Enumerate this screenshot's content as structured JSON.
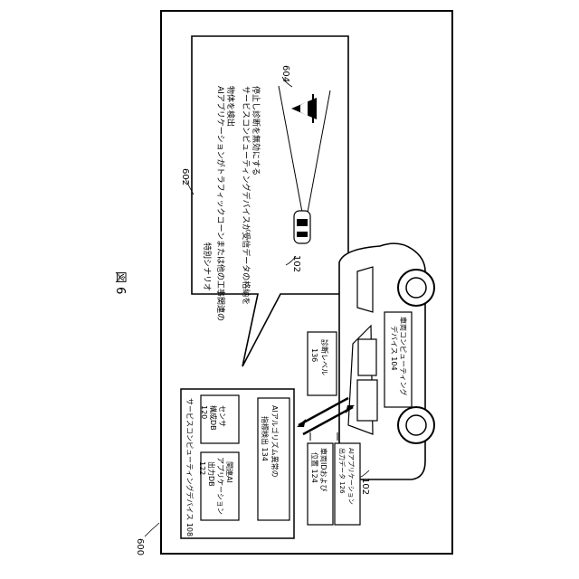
{
  "figure": {
    "title": "図 6",
    "figure_ref": "600",
    "bubble_ref": "602",
    "cone_ref": "604",
    "vehicle_ref": "102",
    "car_ref": "102"
  },
  "server": {
    "title": "サービスコンピューティングデバイス 108",
    "sensor_db": [
      "センサ",
      "構成DB",
      "120"
    ],
    "ai_output_db": [
      "関連AI",
      "アプリケーション",
      "出力DB",
      "122"
    ],
    "anomaly": [
      "AIアルゴリズム異常の",
      "指標検出 134"
    ]
  },
  "vehicle": {
    "diag_level": [
      "診断レベル",
      "136"
    ],
    "vehicle_id": [
      "車両IDおよび",
      "位置 124"
    ],
    "ai_output": [
      "AIアプリケーション",
      "出力データ 126"
    ],
    "vehicle_device": [
      "車両コンピューティング",
      "デバイス 104"
    ]
  },
  "scenario": {
    "heading": "特別シナリオ",
    "line1": "AIアプリケーションがトラフィックコーンまたは他の工事関連の",
    "line2": "物体を検出",
    "line3": "サービスコンピューティングデバイスが受信データの格納を",
    "line4": "停止し診断を無効にする"
  }
}
